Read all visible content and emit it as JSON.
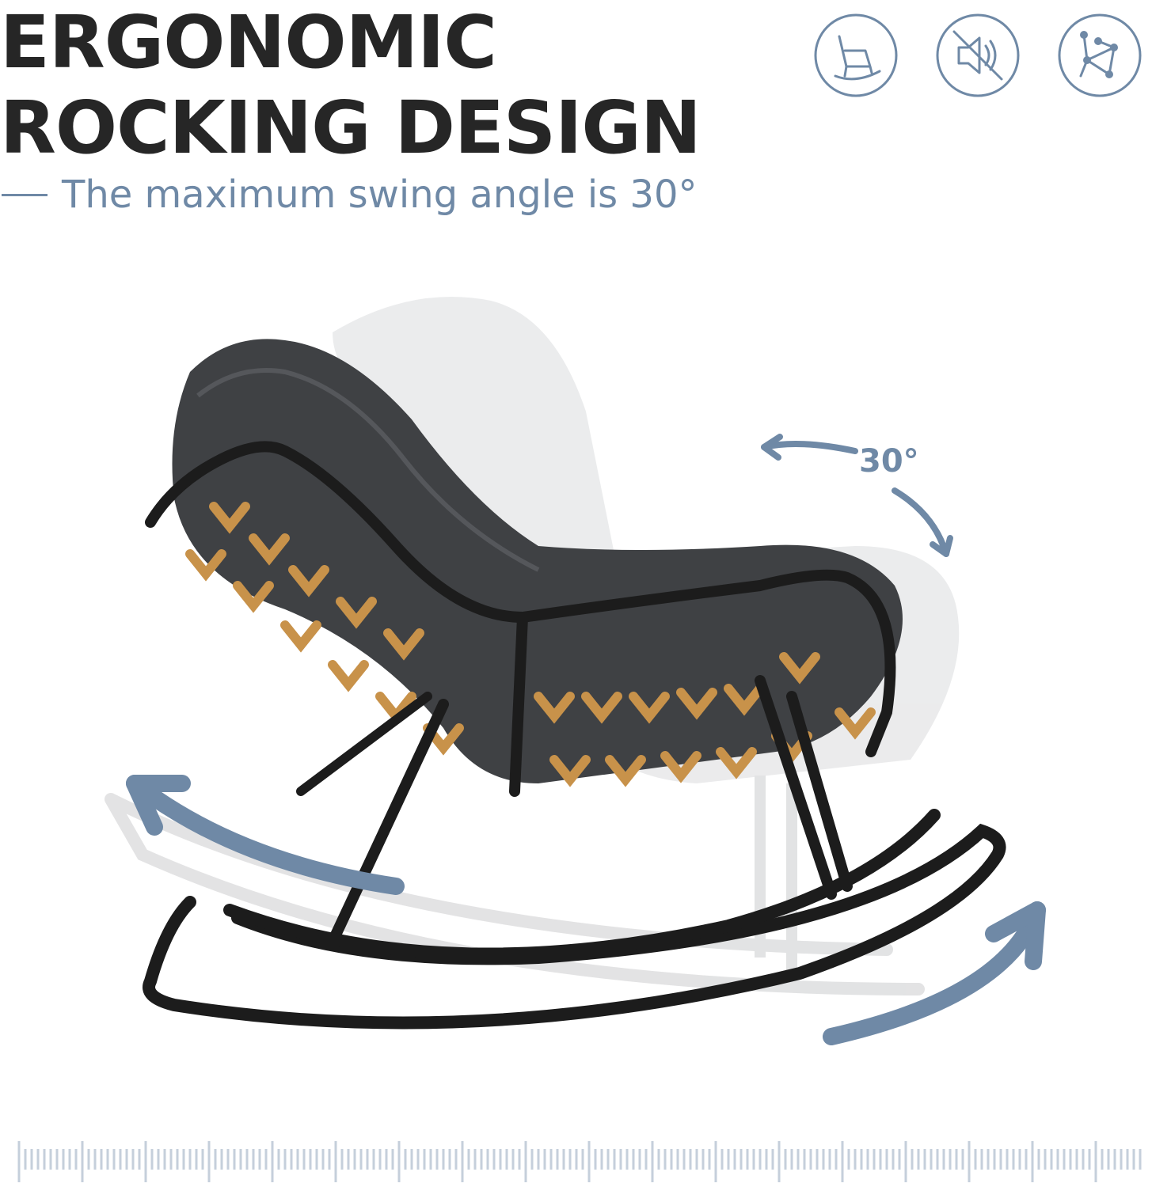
{
  "headline": {
    "line1": "ERGONOMIC",
    "line2": "ROCKING DESIGN"
  },
  "subline": "The maximum swing angle is 30°",
  "angle_label": "30°",
  "feature_icons": [
    "rocking-chair-icon",
    "mute-icon",
    "frame-structure-icon"
  ],
  "colors": {
    "headline": "#262626",
    "accent": "#6f89a6",
    "cushion": "#3f4144",
    "frame": "#1c1c1c",
    "weave": "#c8924a"
  }
}
